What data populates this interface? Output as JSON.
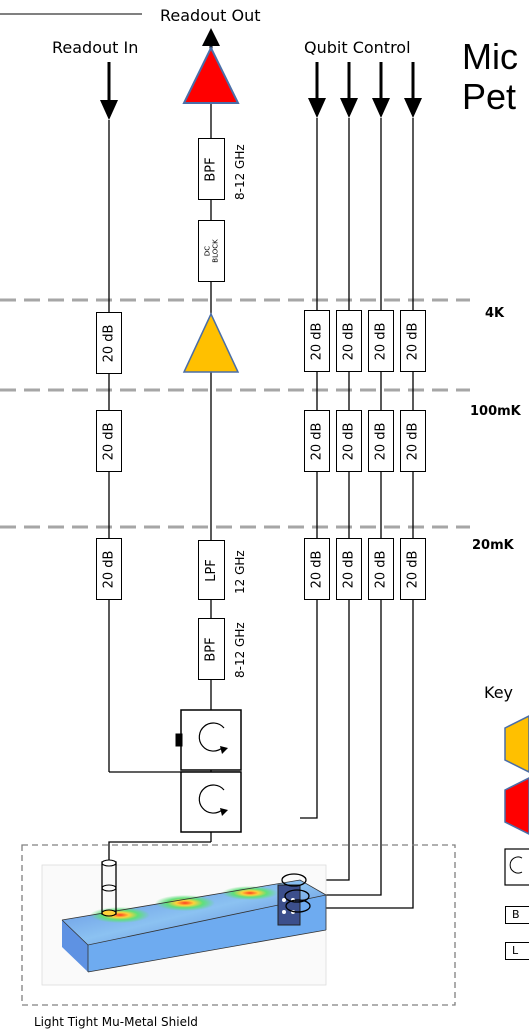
{
  "labels": {
    "readout_out": "Readout Out",
    "readout_in": "Readout In",
    "qubit_control": "Qubit Control",
    "title_line1": "Mic",
    "title_line2": "Pet"
  },
  "stages": {
    "s4k": "4K",
    "s100mk": "100mK",
    "s20mk": "20mK"
  },
  "components": {
    "attenuator": "20 dB",
    "bpf": "BPF",
    "bpf_band": "8-12 GHz",
    "lpf": "LPF",
    "lpf_cut": "12 GHz",
    "dc_block_line1": "DC",
    "dc_block_line2": "BLOCK"
  },
  "key": {
    "title": "Key",
    "bpf_abbrev": "B",
    "lpf_abbrev": "L"
  },
  "shield_label": "Light Tight Mu-Metal Shield",
  "colors": {
    "hemt_amp": "#ff0000",
    "amp_4k": "#ffc000",
    "stage_divider": "#a6a6a6",
    "amp_outline": "#4a6ea8"
  }
}
